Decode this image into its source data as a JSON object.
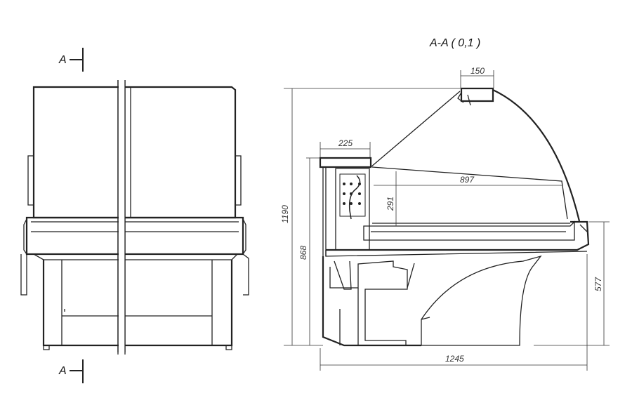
{
  "section_marker_top": "A",
  "section_marker_bottom": "A",
  "section_title": "A-A ( 0,1 )",
  "dimensions": {
    "top_unit_width": "150",
    "rear_width": "225",
    "depth_interior": "897",
    "interior_height": "291",
    "total_height": "1190",
    "counter_height": "868",
    "front_height": "577",
    "total_depth": "1245"
  }
}
